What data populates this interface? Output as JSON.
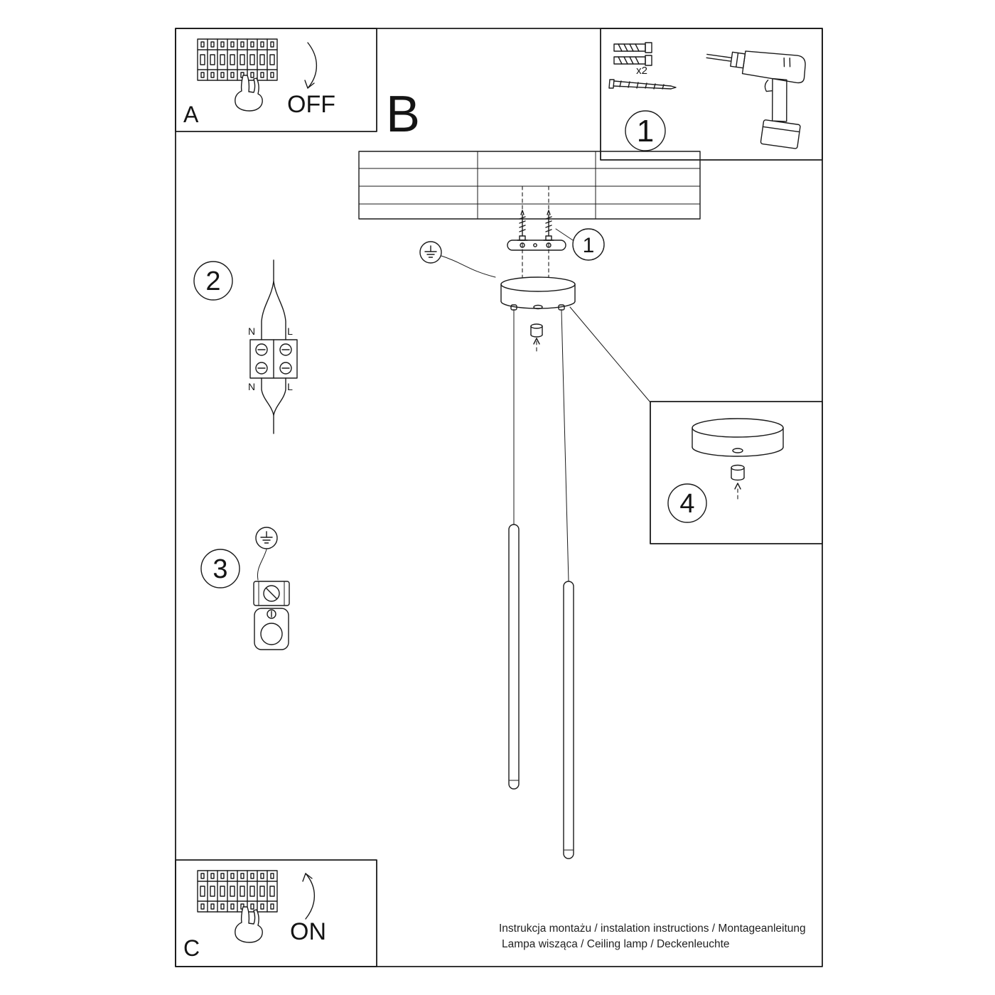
{
  "sheet": {
    "colors": {
      "ink": "#1a1a1a",
      "paper": "#ffffff"
    },
    "section_a": {
      "letter": "A",
      "switch_label": "OFF"
    },
    "section_b": {
      "letter": "B"
    },
    "section_c": {
      "letter": "C",
      "switch_label": "ON"
    },
    "step1": {
      "number": "1",
      "anchor_quantity": "x2"
    },
    "ceiling_callout": {
      "number": "1"
    },
    "step2": {
      "number": "2",
      "terminal_labels": {
        "top_n": "N",
        "top_l": "L",
        "bottom_n": "N",
        "bottom_l": "L"
      }
    },
    "step3": {
      "number": "3"
    },
    "step4": {
      "number": "4"
    },
    "footer": {
      "line1": "Instrukcja montażu / instalation instructions / Montageanleitung",
      "line2": "Lampa wisząca / Ceiling lamp / Deckenleuchte"
    }
  }
}
